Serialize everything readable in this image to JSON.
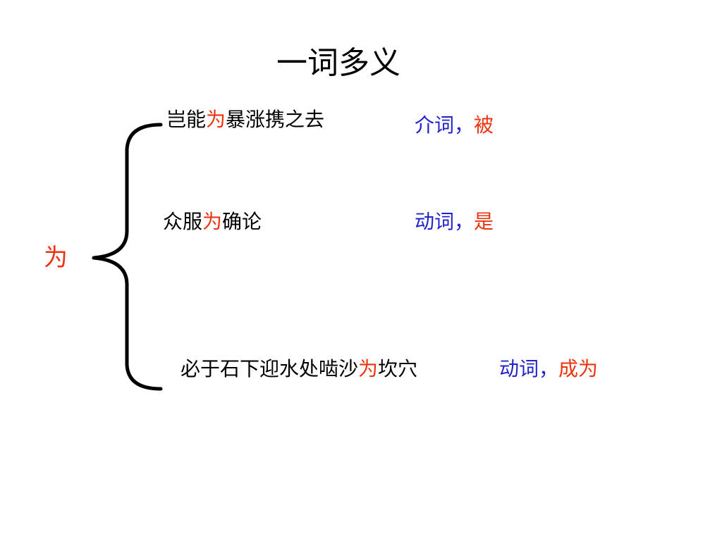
{
  "slide": {
    "title": "一词多义",
    "head_word": "为",
    "colors": {
      "text": "#000000",
      "highlight": "#ee3311",
      "part_of_speech": "#2222cc"
    },
    "entries": [
      {
        "sentence_before": "岂能",
        "sentence_key": "为",
        "sentence_after": "暴涨携之去",
        "pos": "介词，",
        "gloss": "被"
      },
      {
        "sentence_before": "众服",
        "sentence_key": "为",
        "sentence_after": "确论",
        "pos": "动词，",
        "gloss": "是"
      },
      {
        "sentence_before": "必于石下迎水处啮沙",
        "sentence_key": "为",
        "sentence_after": "坎穴",
        "pos": "动词，",
        "gloss": "成为"
      }
    ]
  }
}
